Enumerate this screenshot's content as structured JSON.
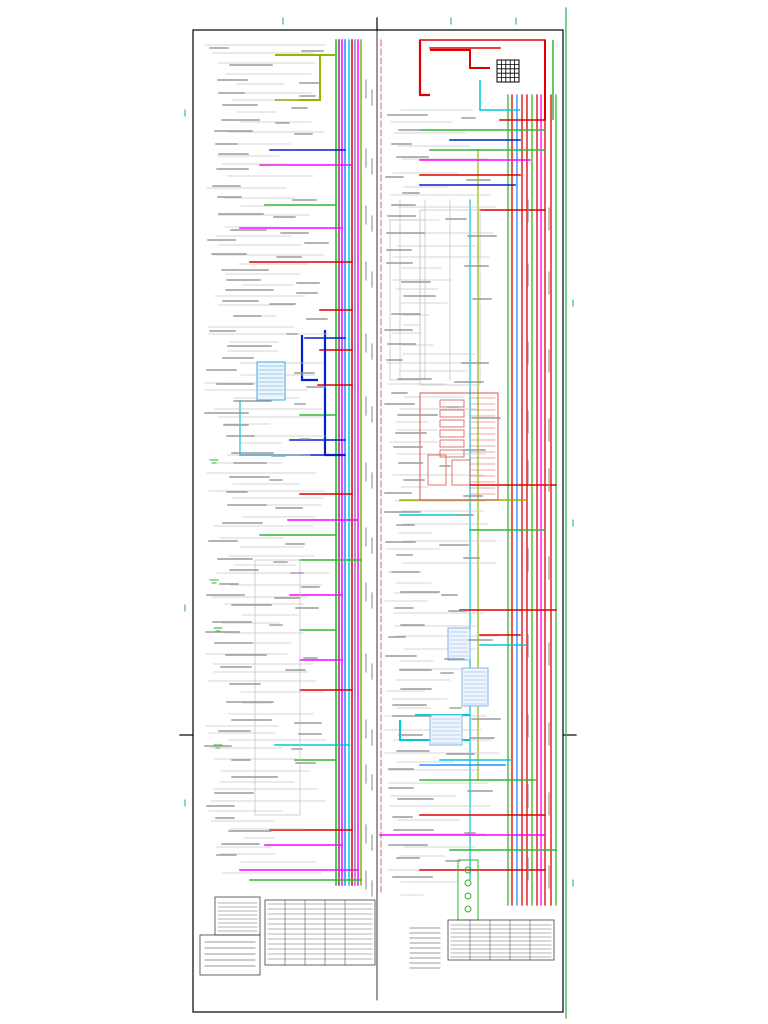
{
  "document": {
    "kind": "electrical-wiring-schematic",
    "orientation": "rotated-90-degrees",
    "labels_legible": false
  },
  "colors": {
    "background": "#ffffff",
    "frame": "#000000",
    "ruler_marks": "#22b14c",
    "buses": [
      "#b5179e",
      "#ff00ff",
      "#00c800",
      "#1e90ff",
      "#00d1d1",
      "#e00000",
      "#7ab317",
      "#ff4d4d",
      "#9370db"
    ],
    "power": "#e00000",
    "signal_blue": "#0022cc",
    "signal_cyan": "#00c8d7",
    "signal_green": "#2eb82e",
    "signal_magenta": "#ff00ff",
    "signal_olive": "#8fb800",
    "annotation": "#9a9a9a",
    "relay_panel": "#d9534f",
    "connector_block": "#8ab4e8",
    "wire_faint": "#c6c6c6",
    "dark_text": "#404040"
  },
  "components": [
    {
      "type": "connector-grid",
      "color": "#000000"
    },
    {
      "type": "relay-panel",
      "color": "#d9534f"
    },
    {
      "type": "connector-block",
      "color": "#8ab4e8"
    },
    {
      "type": "connector-block",
      "color": "#8ab4e8"
    },
    {
      "type": "ecu-module",
      "color": "#4aa3df"
    },
    {
      "type": "ground-symbol",
      "color": "#2eb82e"
    },
    {
      "type": "title-block",
      "color": "#404040"
    },
    {
      "type": "revision-table",
      "color": "#404040"
    }
  ]
}
